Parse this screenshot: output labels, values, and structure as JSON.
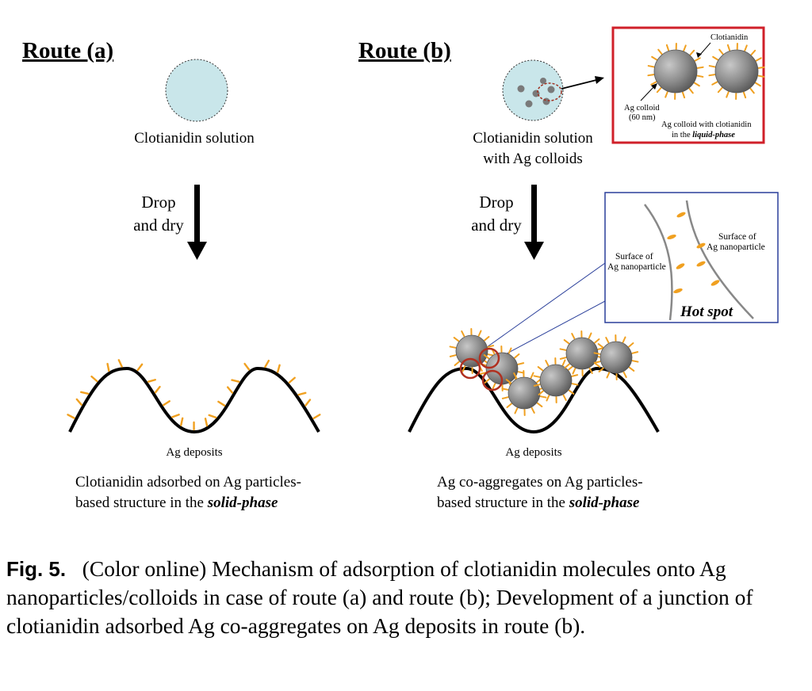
{
  "route_a": {
    "title": "Route (a)",
    "solution_label": "Clotianidin solution",
    "step_line1": "Drop",
    "step_line2": "and dry",
    "deposit_label": "Ag deposits",
    "result_line1": "Clotianidin adsorbed on Ag particles-",
    "result_line2_prefix": "based structure in the ",
    "result_line2_emph": "solid-phase"
  },
  "route_b": {
    "title": "Route (b)",
    "solution_line1": "Clotianidin solution",
    "solution_line2": "with Ag colloids",
    "step_line1": "Drop",
    "step_line2": "and dry",
    "deposit_label": "Ag deposits",
    "result_line1": "Ag co-aggregates on Ag particles-",
    "result_line2_prefix": "based structure in the ",
    "result_line2_emph": "solid-phase"
  },
  "inset_liquid": {
    "clotianidin_label": "Clotianidin",
    "ag_colloid_line1": "Ag colloid",
    "ag_colloid_line2": "(60 nm)",
    "caption_line1": "Ag colloid with clotianidin",
    "caption_line2_prefix": "in the ",
    "caption_line2_emph": "liquid-phase",
    "border_color": "#d0202a"
  },
  "inset_hotspot": {
    "left_surface_line1": "Surface of",
    "left_surface_line2": "Ag nanoparticle",
    "right_surface_line1": "Surface of",
    "right_surface_line2": "Ag nanoparticle",
    "hot_spot_label": "Hot spot",
    "border_color": "#2a3f9a"
  },
  "colors": {
    "solution_fill": "#c9e6ea",
    "molecule": "#f0a020",
    "junction_ring": "#b03020"
  },
  "caption": {
    "label": "Fig. 5.",
    "text": "(Color online) Mechanism of adsorption of clotianidin molecules onto Ag nanoparticles/colloids in case of route (a) and route (b); Development of a junction of clotianidin adsorbed Ag co-aggregates on Ag deposits in route (b)."
  }
}
